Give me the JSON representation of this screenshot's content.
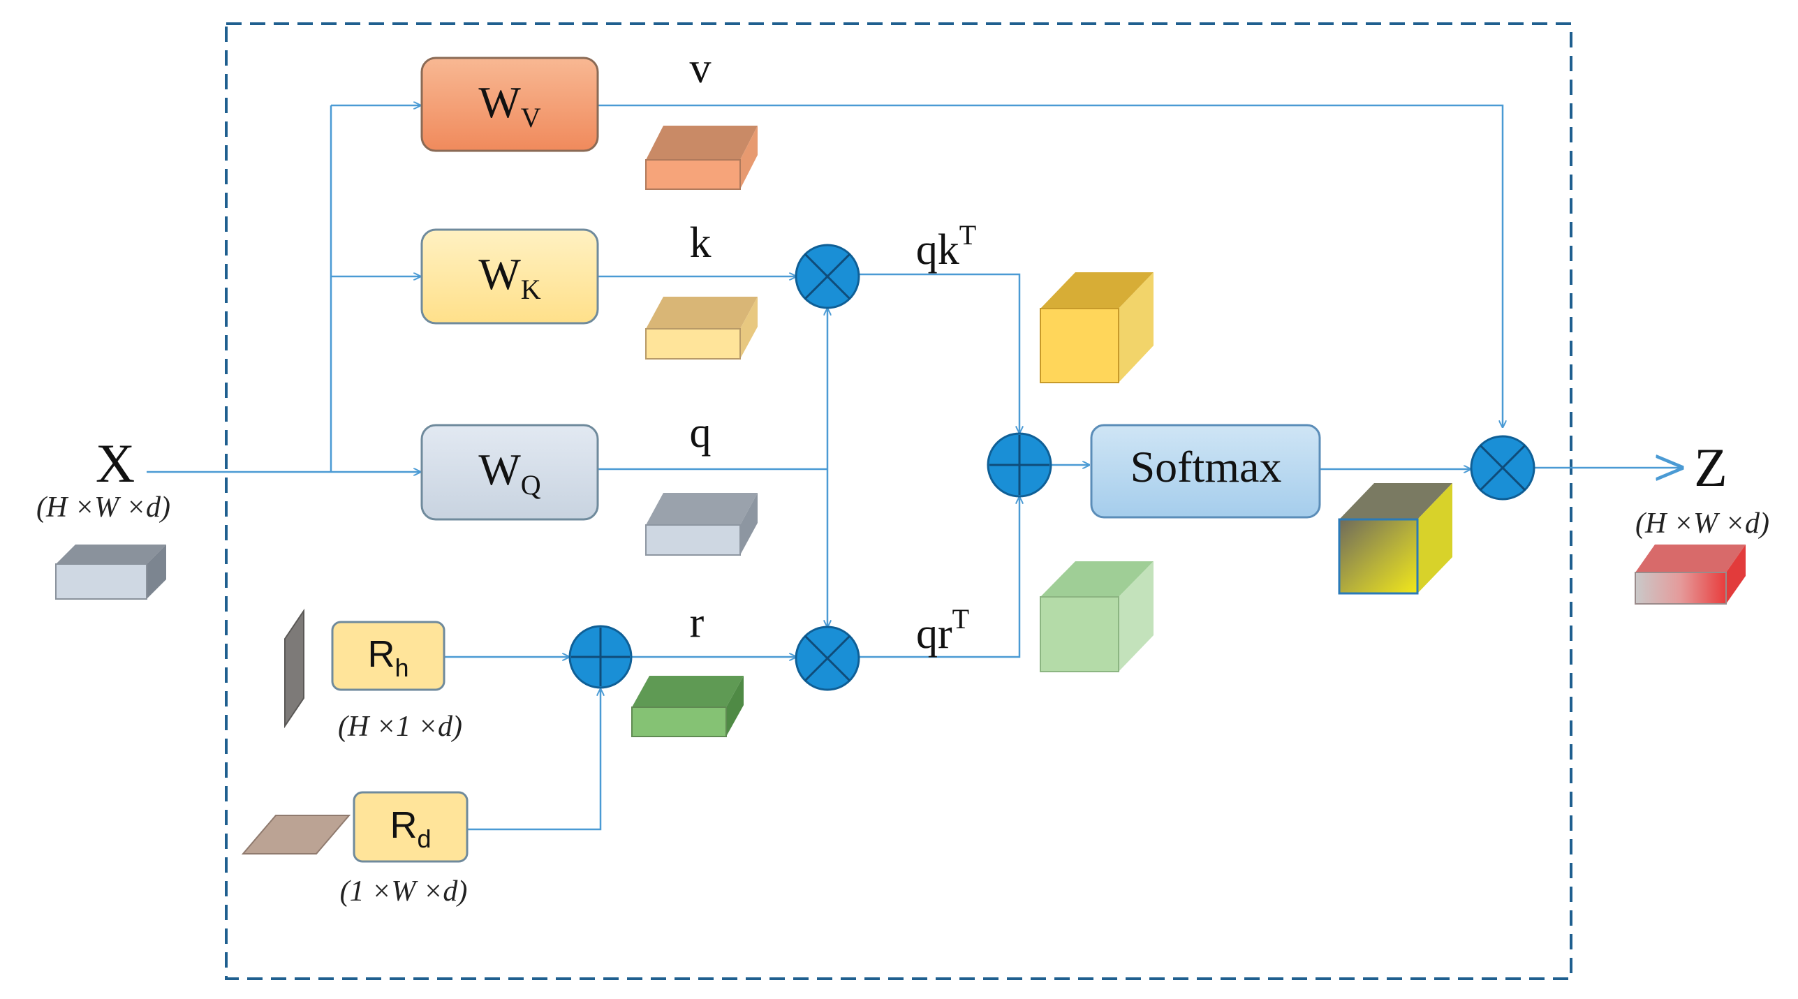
{
  "input": {
    "symbol": "X",
    "dims": "(H ×W ×d)"
  },
  "output": {
    "symbol": "Z",
    "dims": "(H ×W ×d)"
  },
  "wv": {
    "main": "W",
    "sub": "V"
  },
  "wk": {
    "main": "W",
    "sub": "K"
  },
  "wq": {
    "main": "W",
    "sub": "Q"
  },
  "rh": {
    "main": "R",
    "sub": "h",
    "dims": "(H ×1 ×d)"
  },
  "rd": {
    "main": "R",
    "sub": "d",
    "dims": "(1 ×W ×d)"
  },
  "softmax": {
    "label": "Softmax"
  },
  "labels": {
    "v": "v",
    "k": "k",
    "q": "q",
    "r": "r",
    "qk": {
      "main": "qk",
      "sup": "T"
    },
    "qr": {
      "main": "qr",
      "sup": "T"
    }
  },
  "colors": {
    "line": "#4a9ad4",
    "border_dash": "#1f5f8f",
    "op_circle": "#1a8fd6",
    "wv_fill": "#f4a27c",
    "wk_fill": "#ffe8a0",
    "wq_fill": "#d5dfeb",
    "r_fill": "#ffe49a",
    "softmax_fill": "#b9d8ef"
  }
}
